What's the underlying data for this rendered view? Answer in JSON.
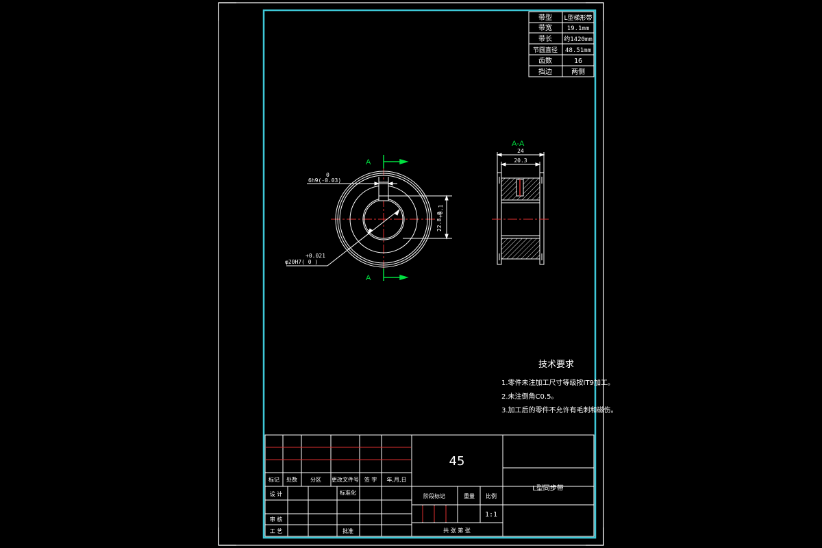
{
  "colors": {
    "background": "#000000",
    "sheet_border": "#ffffff",
    "drawing_frame": "#3ec8d8",
    "center_line": "#e03030",
    "section_marker": "#00e040",
    "dimension": "#ffffff",
    "geometry": "#ffffff"
  },
  "spec_table": {
    "rows": [
      {
        "label": "带型",
        "value": "L型梯形带"
      },
      {
        "label": "带宽",
        "value": "19.1mm"
      },
      {
        "label": "带长",
        "value": "约1420mm"
      },
      {
        "label": "节圆直径",
        "value": "48.51mm"
      },
      {
        "label": "齿数",
        "value": "16"
      },
      {
        "label": "挡边",
        "value": "两侧"
      }
    ]
  },
  "front_view": {
    "section_letter_top": "A",
    "section_letter_bottom": "A",
    "keyway_tol_top": "0",
    "keyway_label": "6h9(-0.03)",
    "keyway_depth_tol": "+0.1",
    "keyway_depth": "22.8 0",
    "bore_tol_top": "+0.021",
    "bore_label": "φ20H7( 0 )"
  },
  "section_view": {
    "title": "A-A",
    "overall_width": "24",
    "inner_width": "20.3"
  },
  "tech_requirements": {
    "title": "技术要求",
    "items": [
      "1.零件未注加工尺寸等级按IT9加工。",
      "2.未注倒角C0.5。",
      "3.加工后的零件不允许有毛刺和磁伤。"
    ]
  },
  "title_block": {
    "material": "45",
    "part_name": "L型同步带",
    "rev_headers": [
      "标记",
      "处数",
      "分区",
      "更改文件号",
      "签 字",
      "年,月,日"
    ],
    "design_label": "设 计",
    "standardize_label": "标准化",
    "review_label": "审 核",
    "process_label": "工 艺",
    "approve_label": "批准",
    "stage_mark_label": "阶段标记",
    "weight_label": "重量",
    "scale_label": "比例",
    "scale_value": "1:1",
    "sheet_info": "共  张  第  张"
  }
}
